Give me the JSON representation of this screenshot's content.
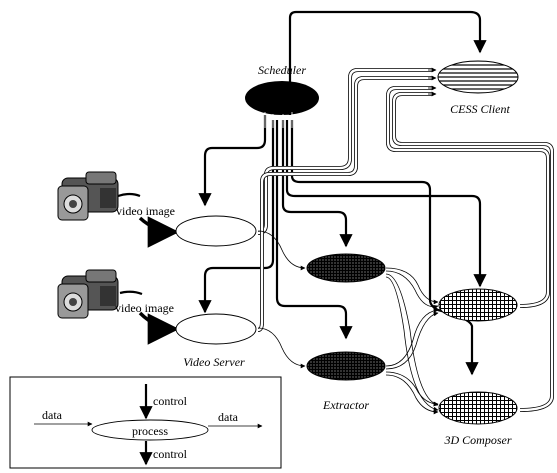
{
  "labels": {
    "scheduler": "Scheduler",
    "cess_client": "CESS Client",
    "video_image_1": "video image",
    "video_image_2": "video image",
    "video_server": "Video Server",
    "extractor": "Extractor",
    "composer": "3D Composer"
  },
  "legend": {
    "data_in": "data",
    "data_out": "data",
    "control_in": "control",
    "control_out": "control",
    "process": "process"
  }
}
